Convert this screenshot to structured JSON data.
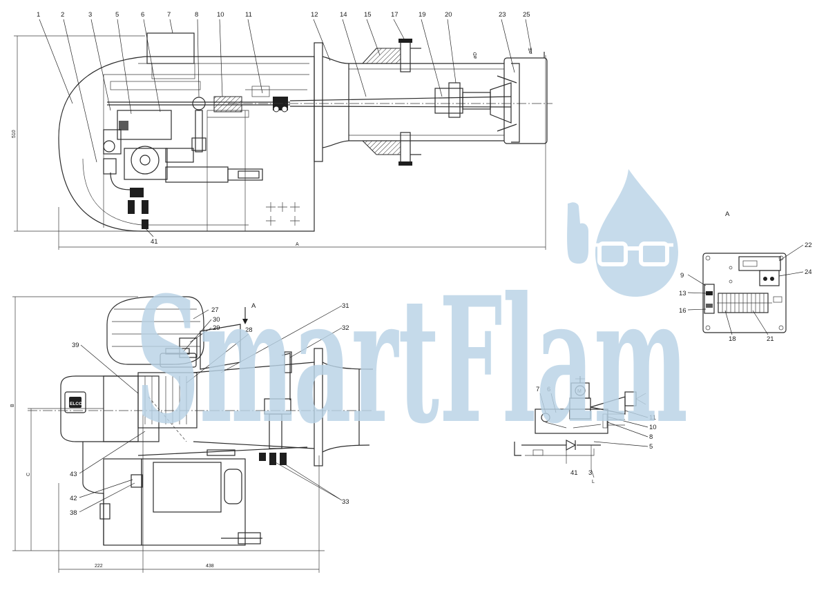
{
  "watermark": {
    "text": "SmartFlam",
    "color": "#b9d3e6"
  },
  "top_view": {
    "labels": [
      "1",
      "2",
      "3",
      "5",
      "6",
      "7",
      "8",
      "10",
      "11",
      "12",
      "14",
      "15",
      "17",
      "19",
      "20",
      "23",
      "25",
      "41"
    ],
    "dimensions": {
      "height": "510",
      "length": "A",
      "tube_d": "øD",
      "head_d": "øE"
    }
  },
  "side_view": {
    "labels_right": [
      "27",
      "30",
      "29",
      "28",
      "31",
      "32",
      "33"
    ],
    "labels_left": [
      "39",
      "43",
      "42",
      "38"
    ],
    "view_arrow": "A",
    "brand": "ELCO",
    "dimensions": {
      "height": "B",
      "axis_height": "C",
      "left_width": "222",
      "right_width": "438"
    }
  },
  "panel_view": {
    "title": "A",
    "labels": [
      "9",
      "13",
      "16",
      "18",
      "21",
      "22",
      "24"
    ]
  },
  "schematic": {
    "labels_top": [
      "7",
      "6"
    ],
    "labels_right": [
      "11",
      "10",
      "8",
      "5"
    ],
    "labels_bottom": [
      "41",
      "3"
    ],
    "motor_symbol": "M",
    "axis_letter": "L"
  }
}
